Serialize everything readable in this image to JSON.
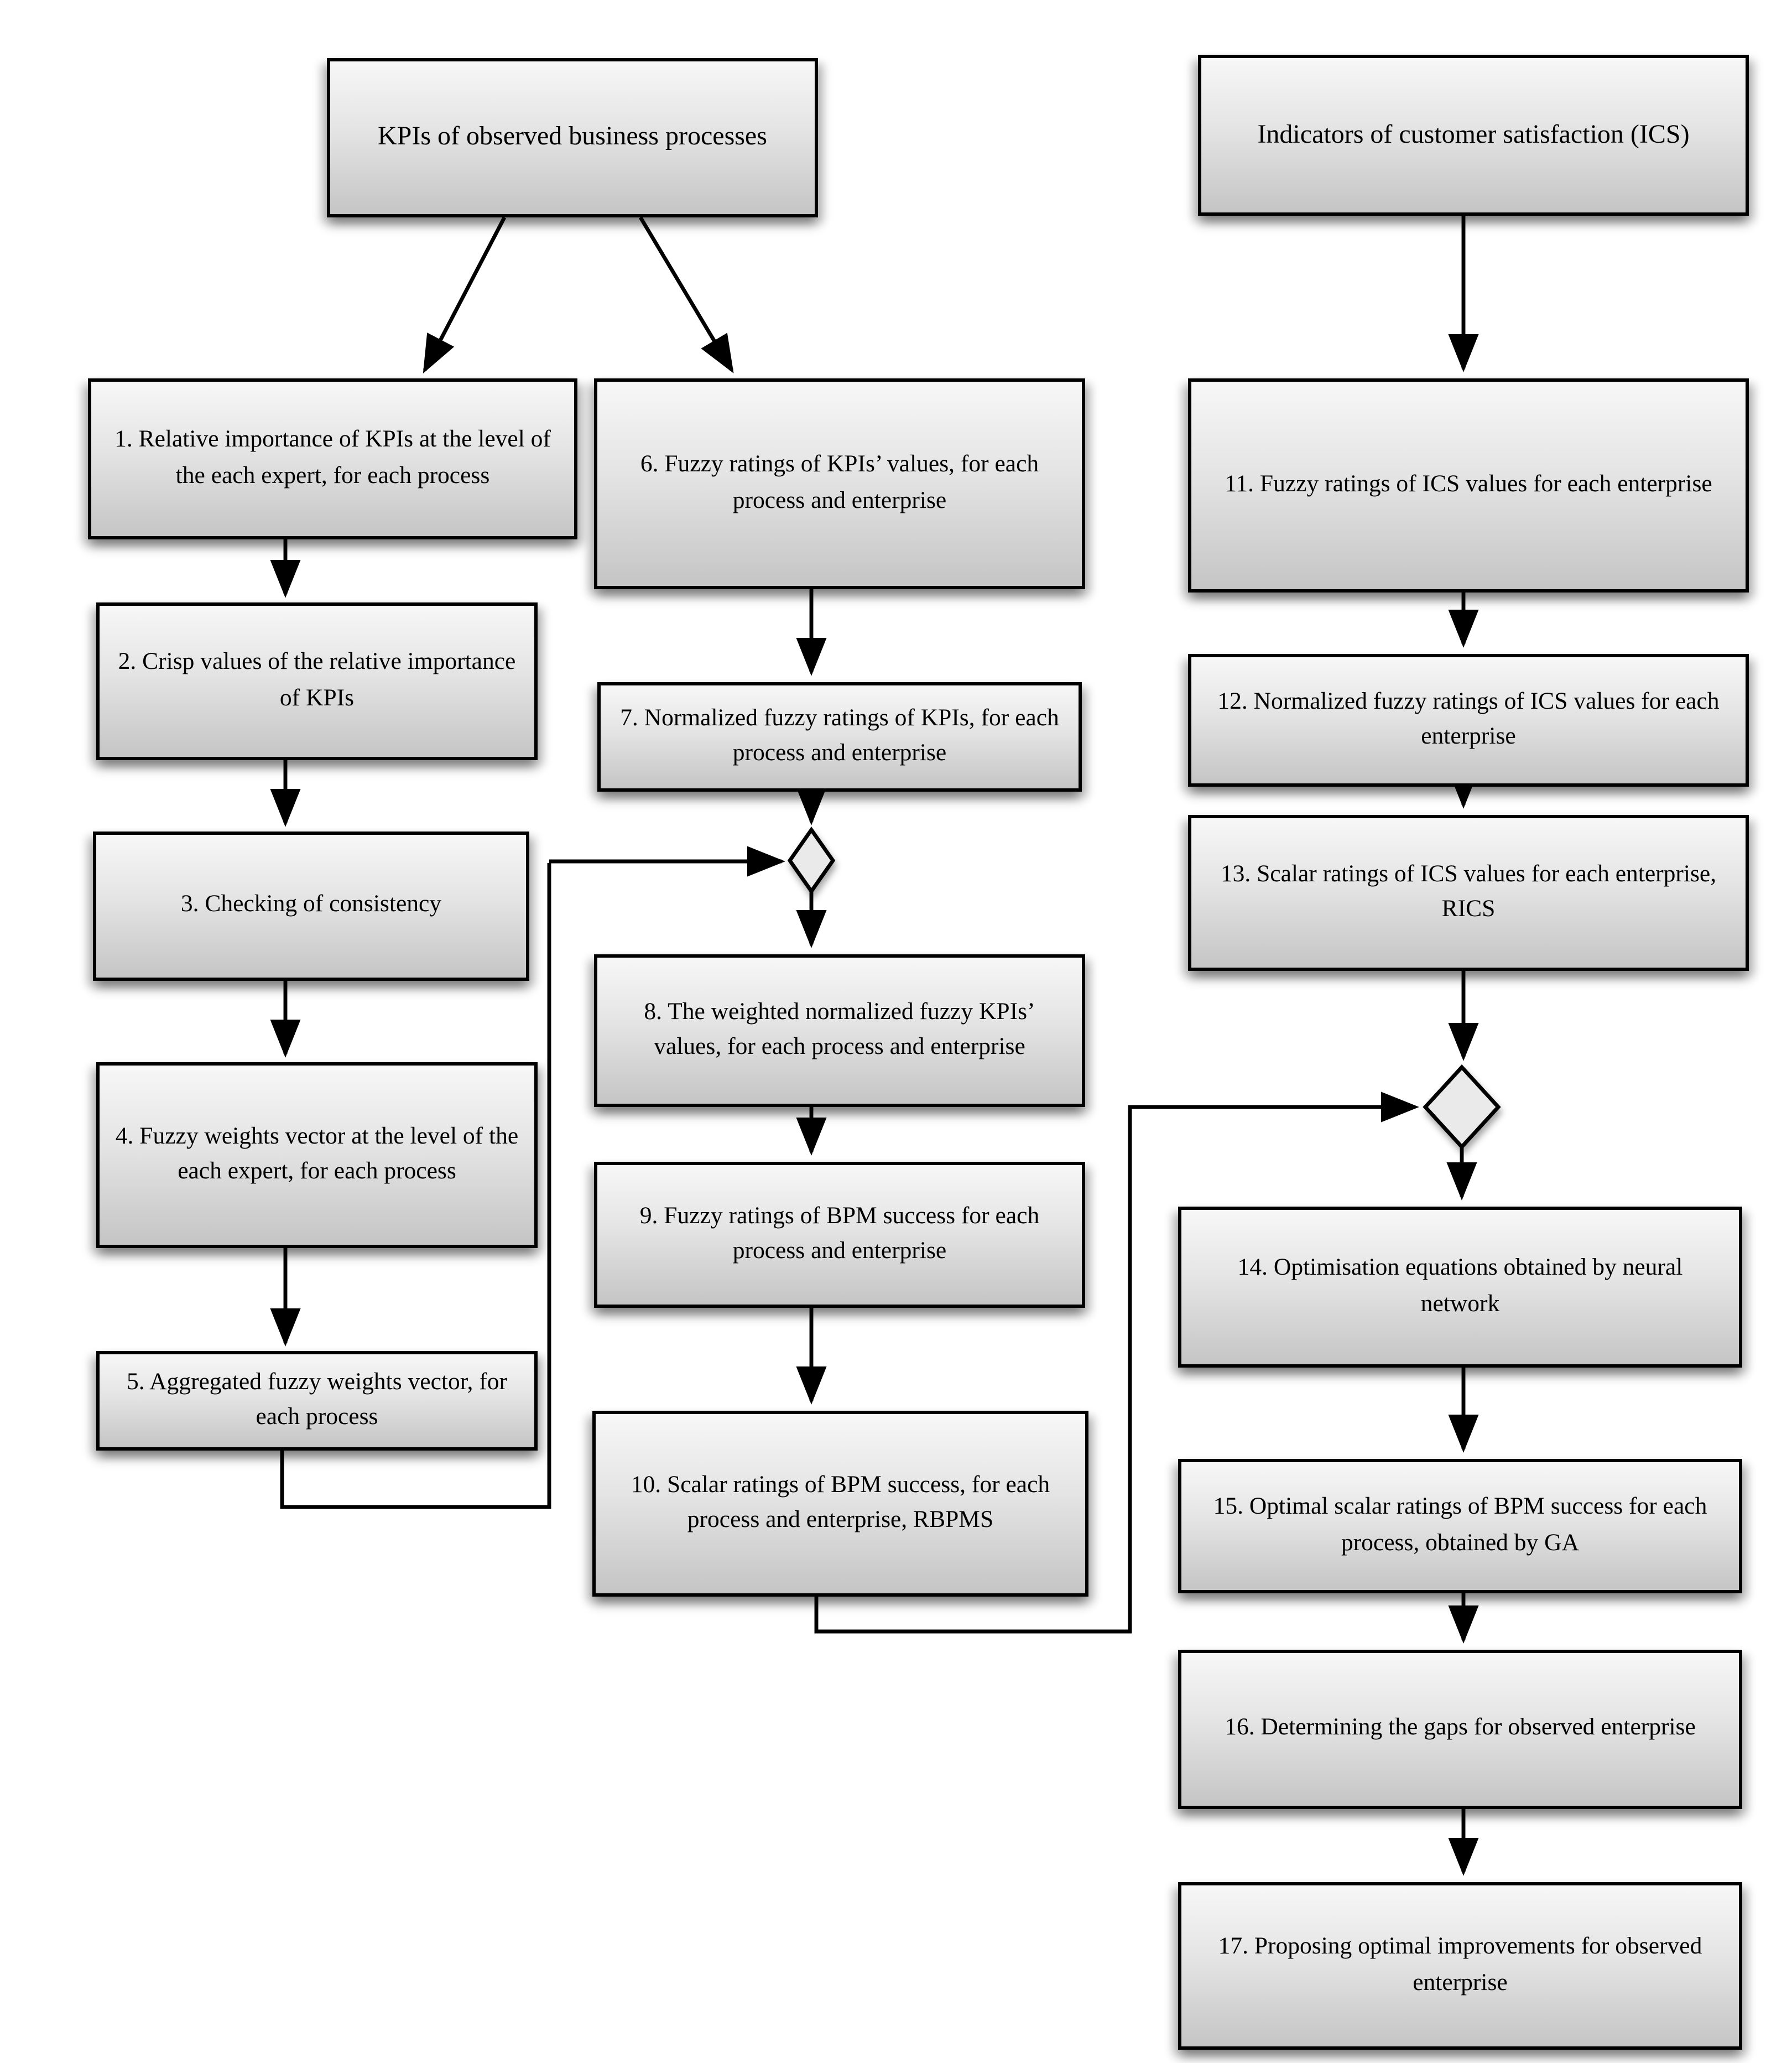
{
  "colors": {
    "background": "#ffffff",
    "node_border": "#000000",
    "node_fill_top": "#f7f7f7",
    "node_fill_bottom": "#c5c5c5",
    "diamond_fill": "#eaeaea",
    "connector": "#000000"
  },
  "headers": {
    "kpi": "KPIs of observed business processes",
    "ics": "Indicators of customer satisfaction (ICS)"
  },
  "nodes": {
    "n1": "1. Relative importance of KPIs at the level of the each expert, for each process",
    "n2": "2. Crisp values of the relative importance of KPIs",
    "n3": "3. Checking of consistency",
    "n4": "4. Fuzzy weights vector at the level of the each expert, for each process",
    "n5": "5. Aggregated fuzzy weights vector, for each process",
    "n6": "6. Fuzzy ratings of KPIs’ values, for each process and enterprise",
    "n7": "7. Normalized fuzzy ratings of KPIs, for each process and enterprise",
    "n8": "8. The weighted normalized fuzzy KPIs’ values, for each process and enterprise",
    "n9": "9. Fuzzy ratings of BPM success for each process and enterprise",
    "n10": "10. Scalar ratings of BPM success, for each process and enterprise, RBPMS",
    "n11": "11. Fuzzy ratings of ICS values for each enterprise",
    "n12": "12. Normalized fuzzy ratings of ICS values for each enterprise",
    "n13": "13. Scalar ratings of ICS values for each enterprise, RICS",
    "n14": "14. Optimisation equations obtained by neural network",
    "n15": "15. Optimal scalar ratings of BPM success for each process, obtained by GA",
    "n16": "16. Determining the gaps for observed enterprise",
    "n17": "17. Proposing optimal improvements for observed enterprise"
  },
  "edges": [
    {
      "from": "kpi_header",
      "to": "n1"
    },
    {
      "from": "kpi_header",
      "to": "n6"
    },
    {
      "from": "n1",
      "to": "n2"
    },
    {
      "from": "n2",
      "to": "n3"
    },
    {
      "from": "n3",
      "to": "n4"
    },
    {
      "from": "n4",
      "to": "n5"
    },
    {
      "from": "n5",
      "to": "merge_left"
    },
    {
      "from": "n6",
      "to": "n7"
    },
    {
      "from": "n7",
      "to": "merge_left"
    },
    {
      "from": "merge_left",
      "to": "n8"
    },
    {
      "from": "n8",
      "to": "n9"
    },
    {
      "from": "n9",
      "to": "n10"
    },
    {
      "from": "n10",
      "to": "merge_right"
    },
    {
      "from": "ics_header",
      "to": "n11"
    },
    {
      "from": "n11",
      "to": "n12"
    },
    {
      "from": "n12",
      "to": "n13"
    },
    {
      "from": "n13",
      "to": "merge_right"
    },
    {
      "from": "merge_right",
      "to": "n14"
    },
    {
      "from": "n14",
      "to": "n15"
    },
    {
      "from": "n15",
      "to": "n16"
    },
    {
      "from": "n16",
      "to": "n17"
    }
  ]
}
